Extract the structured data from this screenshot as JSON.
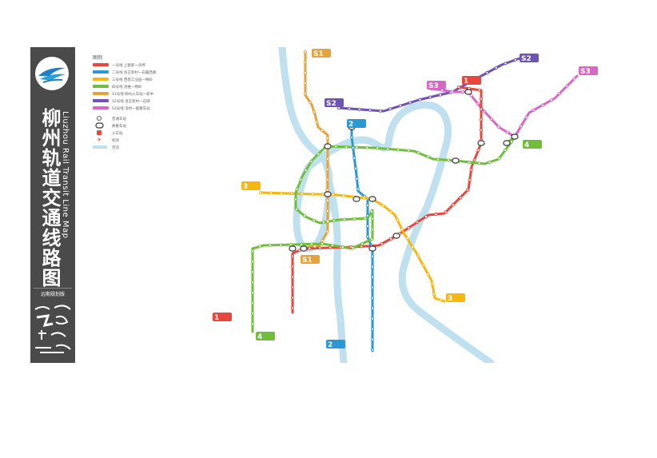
{
  "title_zh": "柳州轨道交通线路图",
  "title_en": "Liuzhou Rail Transit Line Map",
  "planning_label": "远期规划版",
  "legend": {
    "heading": "图例",
    "lines": [
      {
        "label": "一号线 上额新一洛埠",
        "color": "#e8473d"
      },
      {
        "label": "二号线 洛王新村一白露西路",
        "color": "#2a98d2"
      },
      {
        "label": "三号线 西鹊工业园一畅岭",
        "color": "#f6b70f"
      },
      {
        "label": "四号线 洛维一畅岭",
        "color": "#6fbe3c"
      },
      {
        "label": "S1号线 柳州火车站一新中",
        "color": "#e7a33a"
      },
      {
        "label": "S2号线 洛王新村一石碑",
        "color": "#6d53b3"
      },
      {
        "label": "S3号线 洛桥一鹿寨车站",
        "color": "#d766c5"
      }
    ],
    "symbols": [
      {
        "label": "普通车站",
        "icon": "station-circle"
      },
      {
        "label": "换乘车站",
        "icon": "interchange-pill"
      },
      {
        "label": "火车站",
        "icon": "train-station"
      },
      {
        "label": "机场",
        "icon": "airport"
      },
      {
        "label": "河流",
        "icon": "river-swatch"
      }
    ]
  },
  "badges": [
    {
      "num": "S1",
      "color": "#e7a33a"
    },
    {
      "num": "S2",
      "color": "#6d53b3"
    },
    {
      "num": "S3",
      "color": "#d766c5"
    },
    {
      "num": "1",
      "color": "#e8473d"
    },
    {
      "num": "S2",
      "color": "#6d53b3"
    },
    {
      "num": "S3",
      "color": "#d766c5"
    },
    {
      "num": "2",
      "color": "#2a98d2"
    },
    {
      "num": "4",
      "color": "#6fbe3c"
    },
    {
      "num": "3",
      "color": "#f6b70f"
    },
    {
      "num": "S1",
      "color": "#e7a33a"
    },
    {
      "num": "3",
      "color": "#f6b70f"
    },
    {
      "num": "1",
      "color": "#e8473d"
    },
    {
      "num": "4",
      "color": "#6fbe3c"
    },
    {
      "num": "2",
      "color": "#2a98d2"
    }
  ],
  "colors": {
    "river": "#bfe1ef",
    "sidebar_bg": "#4a4a4a",
    "line1": "#e8473d",
    "line2": "#2a98d2",
    "line3": "#f6b70f",
    "line4": "#6fbe3c",
    "lineS1": "#e7a33a",
    "lineS2": "#6d53b3",
    "lineS3": "#d766c5"
  }
}
